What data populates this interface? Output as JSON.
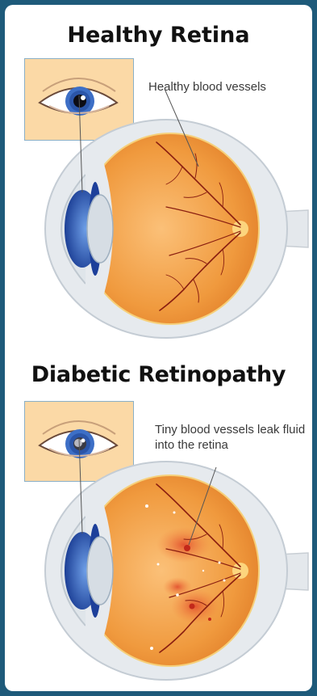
{
  "sections": [
    {
      "title": "Healthy Retina",
      "callout": "Healthy blood vessels"
    },
    {
      "title": "Diabetic Retinopathy",
      "callout": "Tiny blood vessels leak fluid into the retina"
    }
  ],
  "colors": {
    "frame": "#1e5a7a",
    "card": "#ffffff",
    "inset_bg": "#fbd9a6",
    "retina_orange": "#f0a04a",
    "vessel": "#8a1e10",
    "sclera": "#e6eaee",
    "iris_blue": "#2e5fb8",
    "leak_red": "#e0462a"
  }
}
